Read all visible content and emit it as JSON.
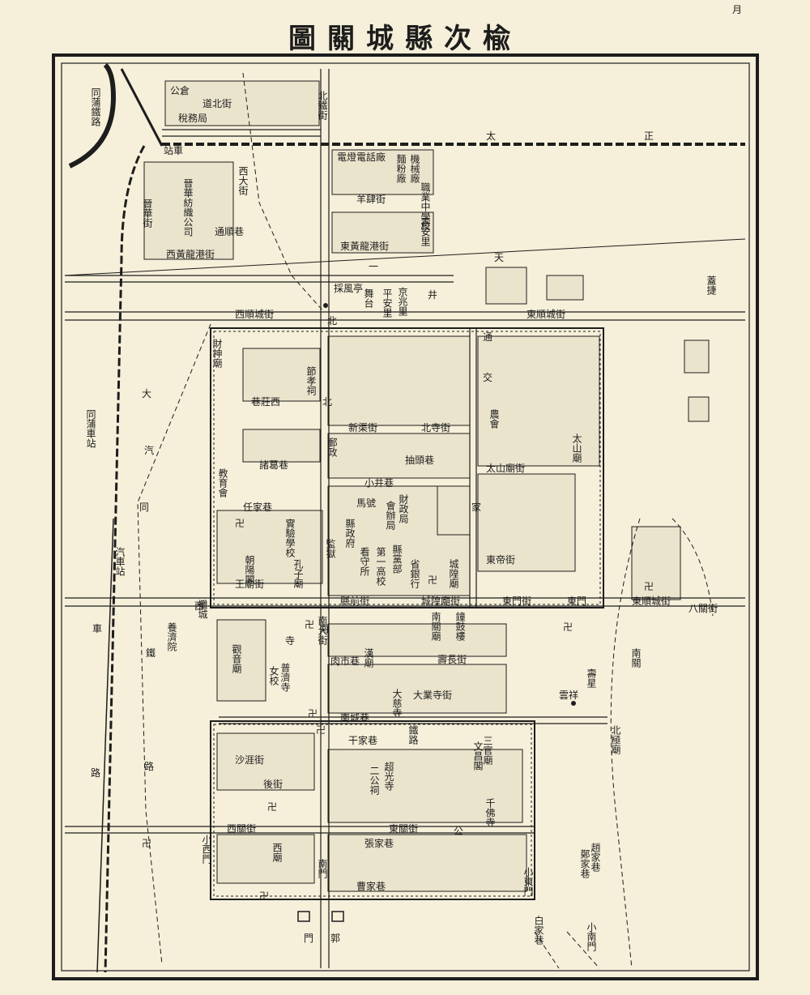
{
  "title": "楡次縣城關圖",
  "colors": {
    "paper": "#f6efd9",
    "ink": "#1d1d1d",
    "block": "#ebe4cd"
  },
  "rail_labels": {
    "tongpu_north": "同蒲鐵路",
    "zhengtai_1": "正",
    "zhengtai_2": "太",
    "zhengtai_3": "天",
    "zhengtai_4": "一",
    "station_east": "站車",
    "tongpu_station": "同蒲車站",
    "bus_station": "汽車站"
  },
  "road_labels": {
    "datong_1": "大",
    "datong_2": "汽",
    "datong_3": "同",
    "dacheng_road_1": "車",
    "dacheng_road_2": "路",
    "tie_lu_1": "鐵",
    "tie_lu_2": "路"
  },
  "streets": {
    "daobei": "道北街",
    "tiebei": "北鐵街",
    "xida": "西大街",
    "tongshun": "通順巷",
    "jinhua": "晉華街",
    "xihuanglong": "西黃龍港街",
    "donghuanglong": "東黃龍港街",
    "yangshi": "羊肆街",
    "xishun": "西順城街",
    "dongshun": "東順城街",
    "dongshun2": "東順城街",
    "xinqu": "新渠街",
    "beisi": "北寺街",
    "taishan_temple_st": "太山廟街",
    "choudan": "抽頭巷",
    "xiaojing": "小井巷",
    "renjia": "任家巷",
    "zhuge": "諸葛巷",
    "xiaoxi_an": "巷莊西",
    "mahao": "馬號",
    "dongdi": "東帝街",
    "wangmiao": "王廟街",
    "xianqian": "縣前街",
    "chenghuang": "城隍廟街",
    "dongmen": "東門街",
    "nan_dajie": "南大街",
    "changshou": "壽長街",
    "daye": "大業寺街",
    "ganjia": "干家巷",
    "rouzhu": "肉市巷",
    "nanchengxiang": "南城巷",
    "shacheng": "沙涯街",
    "nanmen": "南門",
    "houjie": "後街",
    "xiguan": "西關街",
    "xiaoximen": "小西門",
    "dongguan": "東關街",
    "dongmenjie": "東門",
    "xiaodongmen": "小東門",
    "zhangjia": "張家巷",
    "caojia": "曹家巷",
    "jiaoyuhui": "教育會",
    "zhaojia": "趙家巷",
    "zhengjia": "鄭家巷",
    "baijia": "白家巷",
    "dongshunchengjie": "東順城街",
    "xiaonanmen": "小南門",
    "guo": "郭",
    "men": "門",
    "baguan": "八關街",
    "beiji": "北極廟"
  },
  "places": {
    "gongcang": "公倉",
    "shuiwuju": "稅務局",
    "jinhua_mill": "晉華紡織公司",
    "dianqi": "電燈電話廠",
    "fenmian": "麵粉廠",
    "jixie": "機械廠",
    "zhiye": "職業中學校",
    "shoukan": "壽安里",
    "jingyuan": "京兆里",
    "wutai": "舞台",
    "xiang_li": "平安里",
    "caifeng": "採風亭",
    "jing": "井",
    "caishen": "財神廟",
    "jiexiao": "節孝祠",
    "nongchang": "農會",
    "taishan": "太山廟",
    "youzheng": "郵政",
    "caizheng": "財政局",
    "huiban": "會辦局",
    "xianfu": "縣政府",
    "jianyu": "監獄",
    "kanshousuo": "看守所",
    "diyi": "第一高校",
    "xianyi": "縣黨部",
    "shengyinhang": "省銀行",
    "chenghuang_temple": "城隍廟",
    "shiyan": "實驗學校",
    "kongzi": "孔子廟",
    "guanyin": "觀音廟",
    "puji": "普濟寺",
    "nvxiao": "女校",
    "yangji": "養濟院",
    "chaoji": "朝陽閣",
    "hanmiao": "漢廟",
    "daci": "大慈寺",
    "tieshe": "鐵路",
    "nanguan": "南關廟",
    "sanguan": "三官廟",
    "wenchang": "文昌閣",
    "qiefo": "千佛寺",
    "ertong": "二公祠",
    "zhaoqi": "超光寺",
    "ximiao": "西廟",
    "tancheng": "攤城",
    "jigu": "鐘鼓樓",
    "shoudu": "壽星",
    "yunxiang": "雲祥",
    "nanbao": "南關",
    "kaiye": "蓋捷"
  },
  "map_marks": {
    "swastika": "卍",
    "west_label": "西",
    "bei_label": "北",
    "south_bound": "南",
    "si": "寺",
    "jiao": "交",
    "tong": "通",
    "jia": "家",
    "gong": "公",
    "bei_mark": "北",
    "corner_glyph": "月"
  }
}
